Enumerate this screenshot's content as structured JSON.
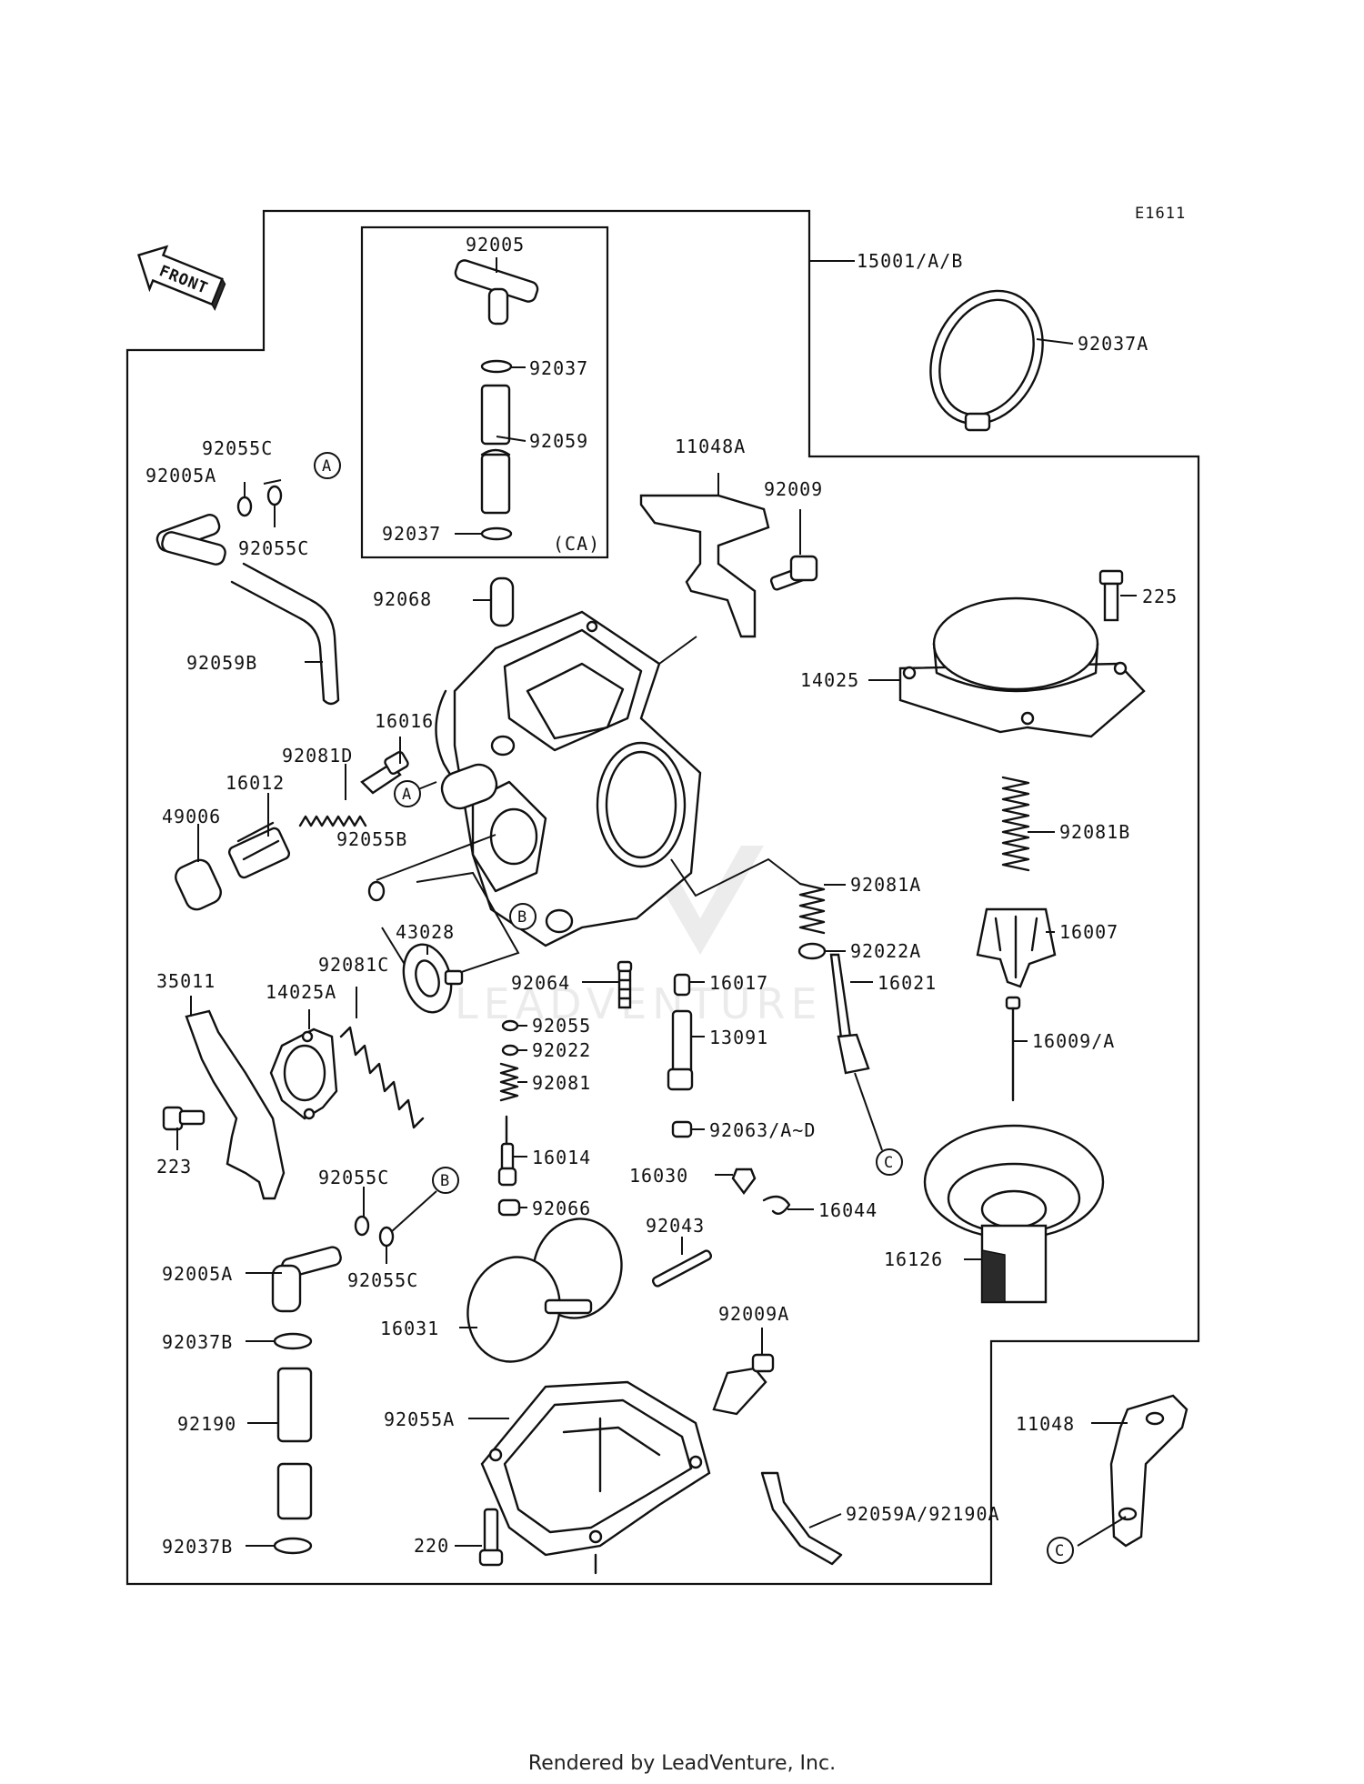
{
  "diagram_code": "E1611",
  "front_label": "FRONT",
  "variant_label": "(CA)",
  "callouts": {
    "a": "A",
    "b": "B",
    "c": "C"
  },
  "watermark": "LEADVENTURE",
  "footer": "Rendered by LeadVenture, Inc.",
  "parts": {
    "p92005": "92005",
    "p92037": "92037",
    "p92059": "92059",
    "p92037_lower": "92037",
    "p15001": "15001/A/B",
    "p92037A": "92037A",
    "p92055C_1": "92055C",
    "p92005A_1": "92005A",
    "p92055C_2": "92055C",
    "p11048A": "11048A",
    "p92009": "92009",
    "p92068": "92068",
    "p92059B": "92059B",
    "p225": "225",
    "p14025": "14025",
    "p16016": "16016",
    "p92081D": "92081D",
    "p16012": "16012",
    "p49006": "49006",
    "p92055B": "92055B",
    "p92081B": "92081B",
    "p92081A": "92081A",
    "p92022A": "92022A",
    "p16007": "16007",
    "p43028": "43028",
    "p35011": "35011",
    "p14025A": "14025A",
    "p92081C": "92081C",
    "p92064": "92064",
    "p16017": "16017",
    "p16021": "16021",
    "p92055": "92055",
    "p92022": "92022",
    "p13091": "13091",
    "p16009A": "16009/A",
    "p92081": "92081",
    "p92063": "92063/A~D",
    "p223": "223",
    "p16014": "16014",
    "p16030": "16030",
    "p92055C_3": "92055C",
    "p16044": "16044",
    "p92066": "92066",
    "p92043": "92043",
    "p16126": "16126",
    "p92005A_2": "92005A",
    "p92055C_4": "92055C",
    "p16031": "16031",
    "p92009A": "92009A",
    "p92037B_1": "92037B",
    "p92190": "92190",
    "p92055A": "92055A",
    "p11048": "11048",
    "p92059A": "92059A/92190A",
    "p220": "220",
    "p92037B_2": "92037B"
  }
}
